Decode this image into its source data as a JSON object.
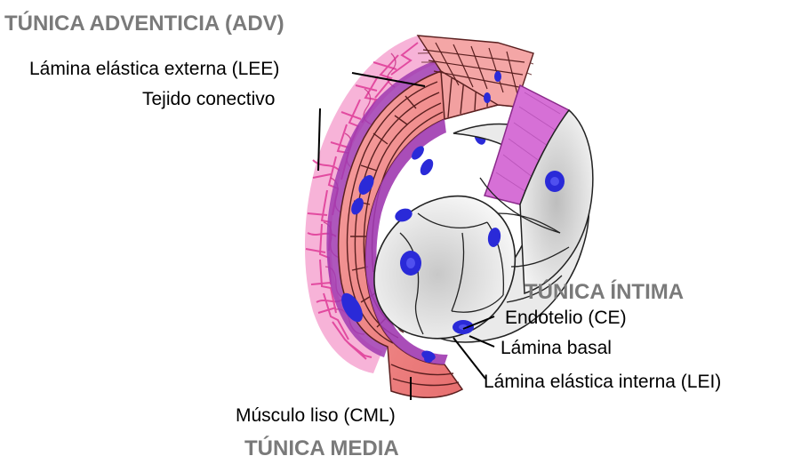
{
  "labels": {
    "adventicia_title": "TÚNICA ADVENTICIA (ADV)",
    "lee": "Lámina elástica externa (LEE)",
    "tejido": "Tejido conectivo",
    "intima_title": "TÚNICA ÍNTIMA",
    "endotelio": "Endotelio (CE)",
    "lamina_basal": "Lámina basal",
    "lei": "Lámina elástica interna (LEI)",
    "musculo": "Músculo liso (CML)",
    "media_title": "TÚNICA MEDIA"
  },
  "colors": {
    "heading": "#7a7a7a",
    "adventitia": "#e0409a",
    "muscle": "#f08a8a",
    "muscle_dark": "#e25f5f",
    "elastic": "#a03ab0",
    "nucleus": "#2a2ad8",
    "endothelium": "#e6e6e6"
  }
}
